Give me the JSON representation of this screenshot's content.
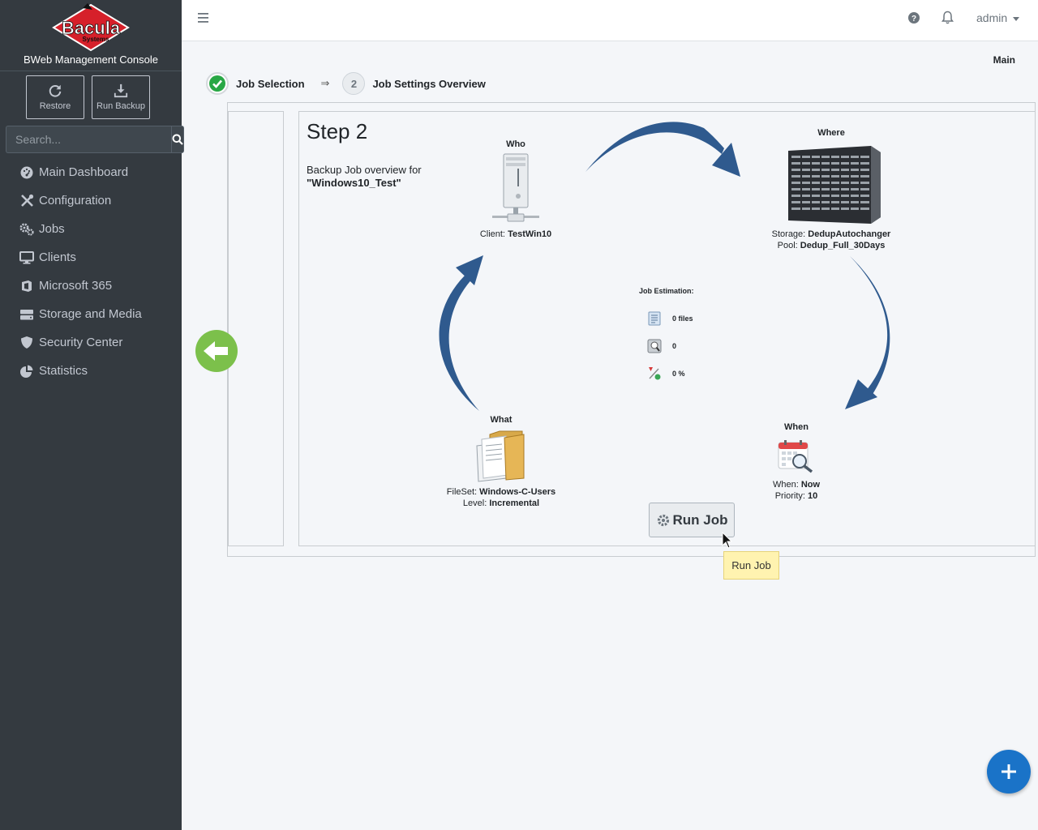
{
  "brand": {
    "logo_text": "Bacula",
    "logo_sub": "Systems",
    "title": "BWeb Management Console"
  },
  "quick": {
    "restore": "Restore",
    "run_backup": "Run Backup"
  },
  "search": {
    "placeholder": "Search..."
  },
  "nav": [
    {
      "label": "Main Dashboard",
      "icon": "dashboard-icon"
    },
    {
      "label": "Configuration",
      "icon": "tools-icon"
    },
    {
      "label": "Jobs",
      "icon": "cogs-icon"
    },
    {
      "label": "Clients",
      "icon": "desktop-icon"
    },
    {
      "label": "Microsoft 365",
      "icon": "office-icon"
    },
    {
      "label": "Storage and Media",
      "icon": "hdd-icon"
    },
    {
      "label": "Security Center",
      "icon": "shield-icon"
    },
    {
      "label": "Statistics",
      "icon": "pie-chart-icon"
    }
  ],
  "topbar": {
    "user": "admin"
  },
  "breadcrumb": "Main",
  "wizard": {
    "step1_label": "Job Selection",
    "arrow": "⇒",
    "step2_num": "2",
    "step2_label": "Job Settings Overview"
  },
  "step": {
    "title": "Step 2",
    "overview_line1": "Backup Job overview for",
    "job_name": "\"Windows10_Test\""
  },
  "who": {
    "title": "Who",
    "client_label": "Client: ",
    "client": "TestWin10"
  },
  "where": {
    "title": "Where",
    "storage_label": "Storage: ",
    "storage": "DedupAutochanger",
    "pool_label": "Pool: ",
    "pool": "Dedup_Full_30Days"
  },
  "what": {
    "title": "What",
    "fileset_label": "FileSet: ",
    "fileset": "Windows-C-Users",
    "level_label": "Level: ",
    "level": "Incremental"
  },
  "when": {
    "title": "When",
    "when_label": "When: ",
    "when": "Now",
    "priority_label": "Priority: ",
    "priority": "10"
  },
  "estimation": {
    "title": "Job Estimation:",
    "files": "0 files",
    "bytes": "0",
    "percent": "0 %"
  },
  "run_button": "Run Job",
  "tooltip": "Run Job",
  "colors": {
    "sidebar": "#343a40",
    "arrow": "#2f5a8e",
    "back": "#7cc04b",
    "fab": "#1a73c8"
  }
}
